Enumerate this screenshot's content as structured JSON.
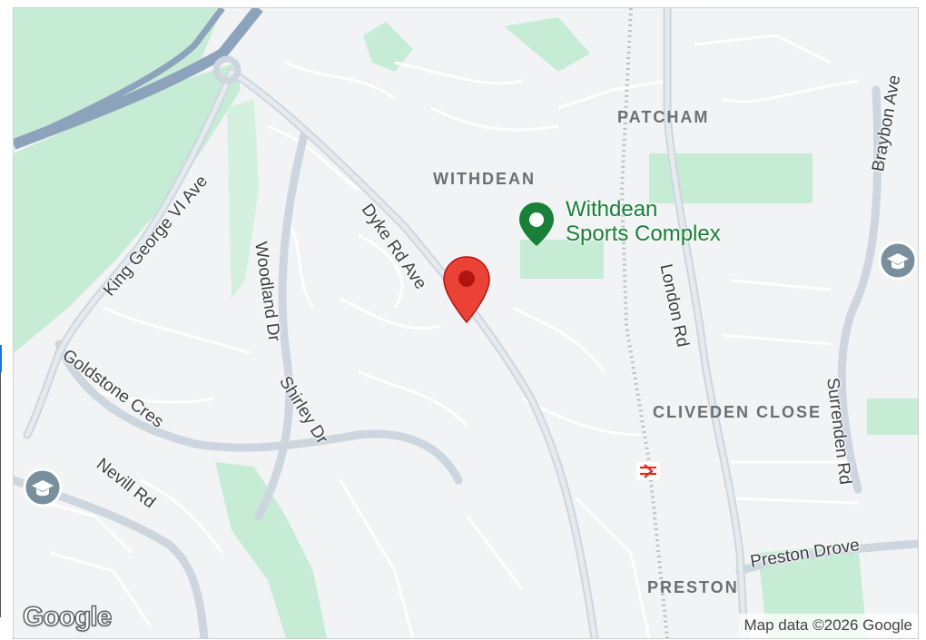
{
  "map": {
    "districts": [
      "PATCHAM",
      "WITHDEAN",
      "CLIVEDEN CLOSE",
      "PRESTON"
    ],
    "streets": [
      "King George VI Ave",
      "Dyke Rd Ave",
      "Woodland Dr",
      "Shirley Dr",
      "Goldstone Cres",
      "Nevill Rd",
      "London Rd",
      "Surrenden Rd",
      "Braybon Ave",
      "Preston Drove"
    ],
    "poi": {
      "line1": "Withdean",
      "line2": "Sports Complex",
      "icon": "place-pin-icon",
      "color": "#188038"
    },
    "marker": {
      "icon": "location-marker-icon",
      "color": "#ea4335"
    },
    "school_icon": "school-icon",
    "rail_icon": "rail-station-icon",
    "logo": "Google",
    "attribution": "Map data ©2026 Google"
  }
}
